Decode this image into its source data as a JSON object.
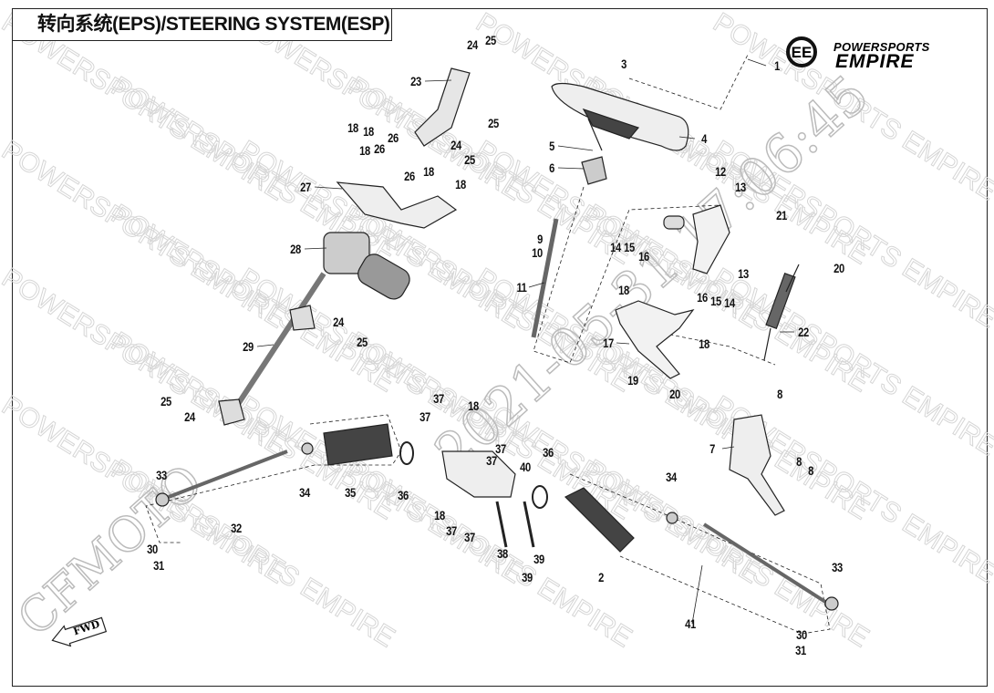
{
  "title": "转向系统(EPS)/STEERING SYSTEM(ESP)",
  "logo": {
    "line1": "POWERSPORTS",
    "line2": "EMPIRE",
    "mark": "EE"
  },
  "watermarks": {
    "tile": "POWERSPORTS EMPIRE",
    "timestamp": "2021-05-31 17:06:45",
    "brand": "CFMOTO"
  },
  "fwd_label": "FWD",
  "callouts": [
    "1",
    "3",
    "4",
    "5",
    "6",
    "9",
    "10",
    "11",
    "12",
    "13",
    "13",
    "14",
    "15",
    "16",
    "18",
    "16",
    "15",
    "14",
    "17",
    "18",
    "19",
    "20",
    "21",
    "20",
    "22",
    "2",
    "7",
    "8",
    "8",
    "8",
    "23",
    "24",
    "25",
    "25",
    "24",
    "25",
    "18",
    "18",
    "26",
    "26",
    "18",
    "27",
    "26",
    "18",
    "18",
    "28",
    "24",
    "25",
    "29",
    "25",
    "24",
    "33",
    "32",
    "30",
    "31",
    "34",
    "35",
    "36",
    "37",
    "37",
    "18",
    "37",
    "37",
    "40",
    "18",
    "37",
    "37",
    "38",
    "39",
    "39",
    "36",
    "34",
    "41",
    "33",
    "30",
    "31"
  ],
  "colors": {
    "line": "#222222",
    "part": "#555555",
    "watermark": "#d4d4d4"
  }
}
